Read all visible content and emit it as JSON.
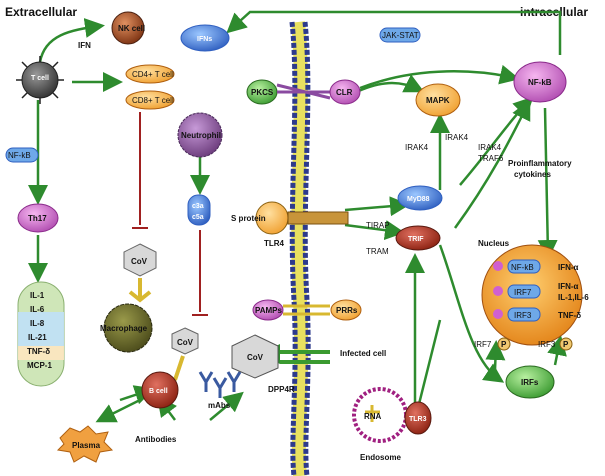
{
  "headers": {
    "extracellular": "Extracellular",
    "intracellular": "intracellular"
  },
  "cells": {
    "nk_cell": "NK cell",
    "t_cell": "T cell",
    "cd4": "CD4+ T cell",
    "cd8": "CD8+ T cell",
    "neutrophil": "Neutrophil",
    "macrophage": "Macrophage",
    "b_cell": "B cell",
    "plasma": "Plasma",
    "th17": "Th17",
    "infected_cell": "Infected cell",
    "endosome": "Endosome"
  },
  "molecules": {
    "ifn": "IFN",
    "ifns": "IFNs",
    "jak_stat": "JAK-STAT",
    "nf_kb_left": "NF-kB",
    "c3a": "c3a",
    "c5a": "c5a",
    "cov1": "CoV",
    "cov2": "CoV",
    "cov3": "CoV",
    "mabs": "mAbs",
    "antibodies": "Antibodies",
    "dpp4r": "DPP4R",
    "pkcs": "PKCS",
    "clr": "CLR",
    "mapk": "MAPK",
    "nf_kb": "NF-kB",
    "irak4_a": "IRAK4",
    "irak4_b": "IRAK4",
    "irak4_c": "IRAK4",
    "traf6": "TRAF6",
    "proinflammatory": "Proinflammatory",
    "cytokines": "cytokines",
    "myd88": "MyD88",
    "s_protein": "S protein",
    "tlr4": "TLR4",
    "tirap": "TIRAP",
    "tram": "TRAM",
    "trif": "TRIF",
    "pamps": "PAMPs",
    "prrs": "PRRs",
    "rna": "RNA",
    "tlr3": "TLR3",
    "nucleus": "Nucleus",
    "nucleus_nfkb": "NF-kB",
    "irf7_in": "IRF7",
    "irf3_in": "IRF3",
    "irf7": "IRF7",
    "irf3": "IRF3",
    "p1": "P",
    "p2": "P",
    "irfs": "IRFs",
    "out_ifna1": "IFN-α",
    "out_ifna2": "IFN-α",
    "out_il1": "IL-1,IL-6",
    "out_tnf": "TNF-δ"
  },
  "cytokine_list": [
    "IL-1",
    "IL-6",
    "IL-8",
    "IL-21",
    "TNF-δ",
    "MCP-1"
  ],
  "colors": {
    "arrow": "#2e8b2e",
    "inhibit": "#a02020",
    "membrane": "#2d3a8c",
    "nucleus": "#e8901a"
  }
}
